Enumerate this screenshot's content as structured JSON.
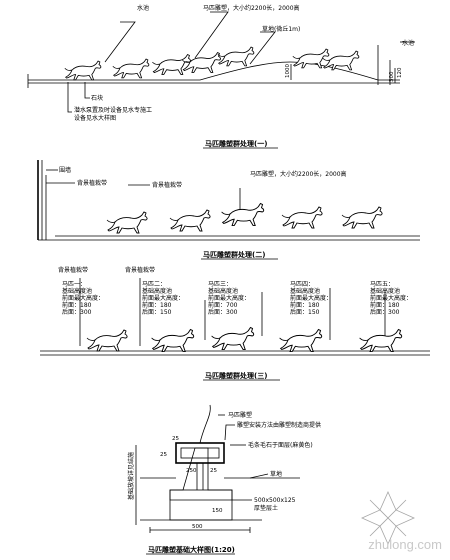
{
  "section1": {
    "labels": {
      "water": "水池",
      "horse_group": "马匹雕塑，大小约2200长，2000高",
      "lawn": "草地(微丘1m)",
      "water_right": "水池",
      "stone": "石块",
      "pump_note": "潜水泵置及时设备见水专施工",
      "pump_note_line2": "设备见水大样图"
    },
    "dims": [
      "1000",
      "300",
      "120"
    ],
    "title": "马匹雕塑群处理(一)"
  },
  "section2": {
    "labels": {
      "wall": "围墙",
      "bg_trees": "背景植栽带",
      "bg_shrubs": "背景植栽带",
      "horse_group": "马匹雕塑，大小约2200长，2000高"
    },
    "title": "马匹雕塑群处理(二)"
  },
  "section3": {
    "labels": {
      "bg_trees": "背景植栽带",
      "bg_shrubs": "背景植栽带",
      "horse1_a": "马匹一：",
      "horse1_b": "基础高度池",
      "horse1_c": "前面最大高度：",
      "horse1_d": "前面：180",
      "horse1_e": "后面：300",
      "horse2_a": "马匹二：",
      "horse2_b": "基础高度池",
      "horse2_c": "前面最大高度：",
      "horse2_d": "前面：180",
      "horse2_e": "后面：150",
      "horse3_a": "马匹三：",
      "horse3_b": "基础高度池",
      "horse3_c": "前面最大高度：",
      "horse3_d": "前面：700",
      "horse3_e": "后面：300",
      "horse4_a": "马匹四：",
      "horse4_b": "基础高度池",
      "horse4_c": "前面最大高度：",
      "horse4_d": "前面：180",
      "horse4_e": "后面：150",
      "horse5_a": "马匹五：",
      "horse5_b": "基础高度池",
      "horse5_c": "前面最大高度：",
      "horse5_d": "前面：180",
      "horse5_e": "后面：300"
    },
    "title": "马匹雕塑群处理(三)"
  },
  "detail": {
    "labels": {
      "sculpture": "马匹雕塑",
      "anchor": "雕塑安装方法由雕塑制造商提供",
      "stone": "毛条毛石于面层(麻黄色)",
      "lawn": "草地",
      "base_size": "500x500x125",
      "base_note": "厚垫层土",
      "side_note": "基础放坡详见结施"
    },
    "dims": [
      "25",
      "25",
      "250",
      "25",
      "500",
      "150"
    ],
    "title": "马匹雕塑基础大样图(1:20)"
  },
  "watermark": "zhulong.com"
}
